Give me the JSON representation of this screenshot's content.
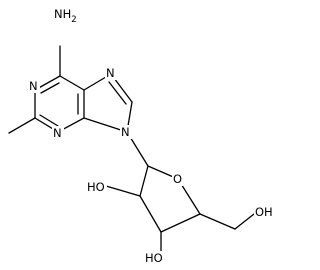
{
  "structure": {
    "atoms": {
      "nh2": "NH2",
      "n1": "N",
      "n3": "N",
      "n7": "N",
      "n9": "N",
      "o4": "O",
      "oh2": "HO",
      "oh3": "HO",
      "oh5": "OH"
    }
  }
}
